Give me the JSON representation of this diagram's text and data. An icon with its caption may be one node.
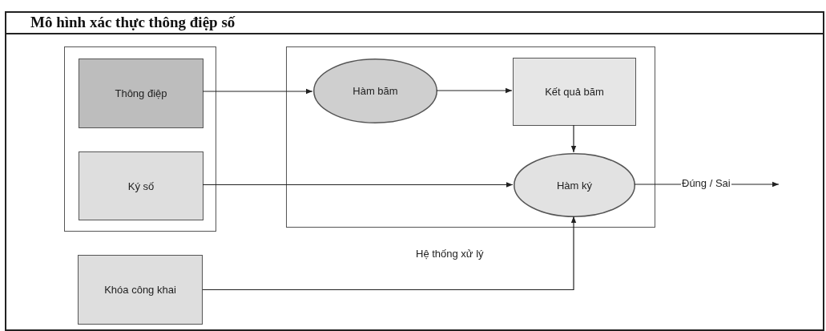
{
  "diagram": {
    "title": "Mô hình xác thực thông điệp số",
    "nodes": [
      {
        "text": [],
        "shape": "box"
      },
      {
        "text": [
          "Thông điệp"
        ],
        "in": 0
      },
      {
        "text": [
          "Ký số"
        ],
        "in": 0
      },
      {
        "text": [
          "Hệ thống xử lý"
        ]
      },
      {
        "text": [
          "Hàm băm"
        ],
        "in": 3
      },
      {
        "text": [
          "Kết quả băm"
        ],
        "in": 3
      },
      {
        "text": [
          "Hàm ký"
        ],
        "in": 3
      },
      {
        "text": [
          "Khóa công khai"
        ]
      }
    ],
    "edges": [
      {
        "from": 1,
        "to": 4,
        "arrow": "to"
      },
      {
        "from": 4,
        "to": 5,
        "arrow": "to"
      },
      {
        "from": 5,
        "to": 6,
        "arrow": "to"
      },
      {
        "from": 2,
        "to": 6,
        "arrow": "to"
      },
      {
        "from": 7,
        "to": 6,
        "arrow": "to"
      },
      {
        "from": 6,
        "to": null,
        "arrow": "to",
        "label": "Đúng / Sai"
      }
    ]
  }
}
